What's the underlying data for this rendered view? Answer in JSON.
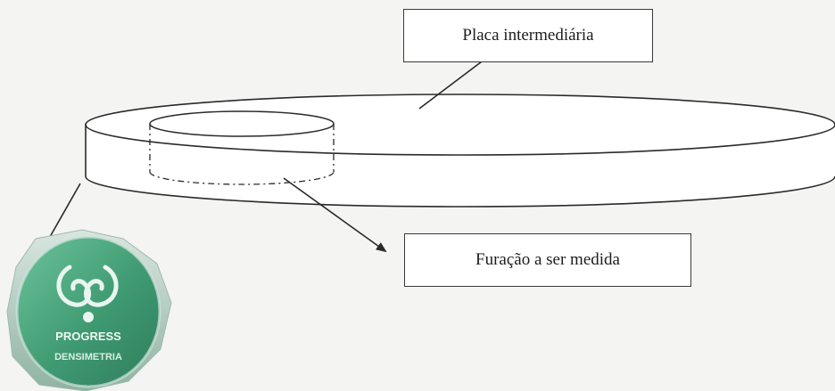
{
  "labels": {
    "plate": "Placa intermediária",
    "hole": "Furação a ser medida"
  },
  "badge": {
    "text_line1": "PROGRESS",
    "text_line2": "DENSIMETRIA"
  },
  "colors": {
    "background": "#f4f4f2",
    "line": "#2a2a2a",
    "badge_green": "#3f9a72"
  }
}
